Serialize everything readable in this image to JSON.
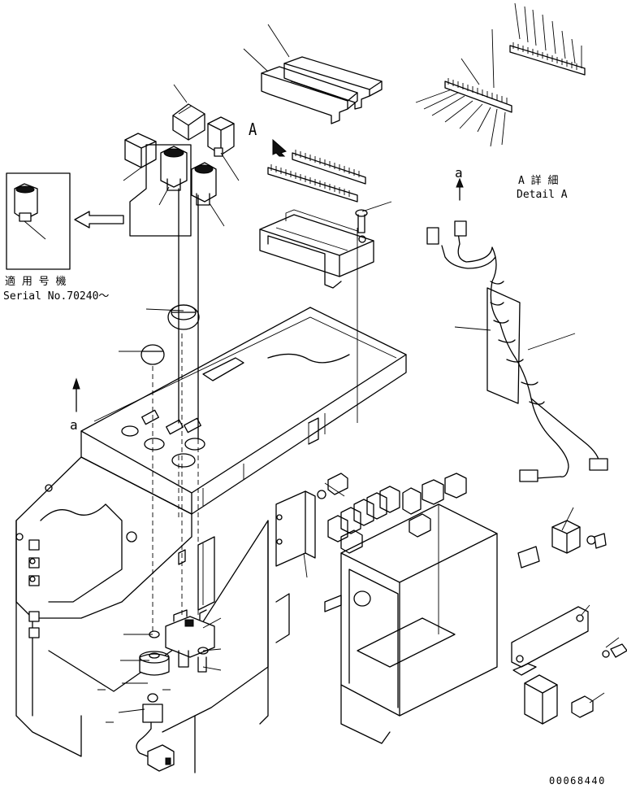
{
  "labels": {
    "view_a": "A",
    "detail_title_jp": "A 詳 細",
    "detail_title_en": "Detail A",
    "arrow_a_top": "a",
    "arrow_a_left": "a",
    "serial_jp": "適 用 号 機",
    "serial_en": "Serial No.70240～",
    "drawing_number": "00068440"
  }
}
